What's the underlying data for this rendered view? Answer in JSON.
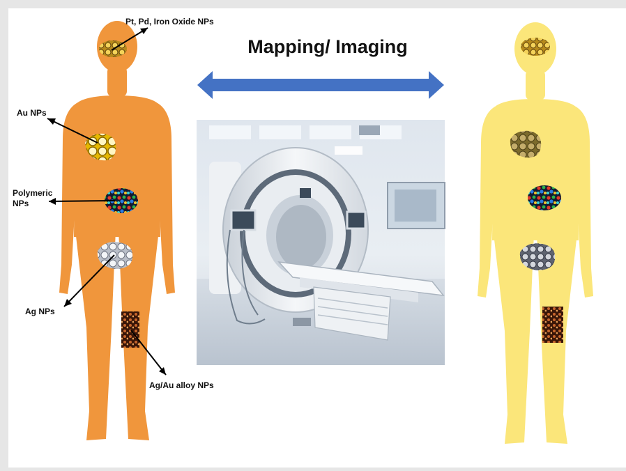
{
  "title": "Mapping/ Imaging",
  "labels": {
    "brain": "Pt, Pd, Iron Oxide NPs",
    "chest": "Au NPs",
    "abdomen_line1": "Polymeric",
    "abdomen_line2": "NPs",
    "pelvis": "Ag NPs",
    "thigh": "Ag/Au alloy NPs"
  },
  "colors": {
    "left_body": "#f0963c",
    "right_body": "#fbe67a",
    "arrow": "#4472c4",
    "canvas": "#ffffff",
    "frame": "#e6e6e6"
  },
  "icons": {
    "double_arrow": "double-headed-arrow-icon",
    "scanner": "mri-scanner-photo"
  }
}
